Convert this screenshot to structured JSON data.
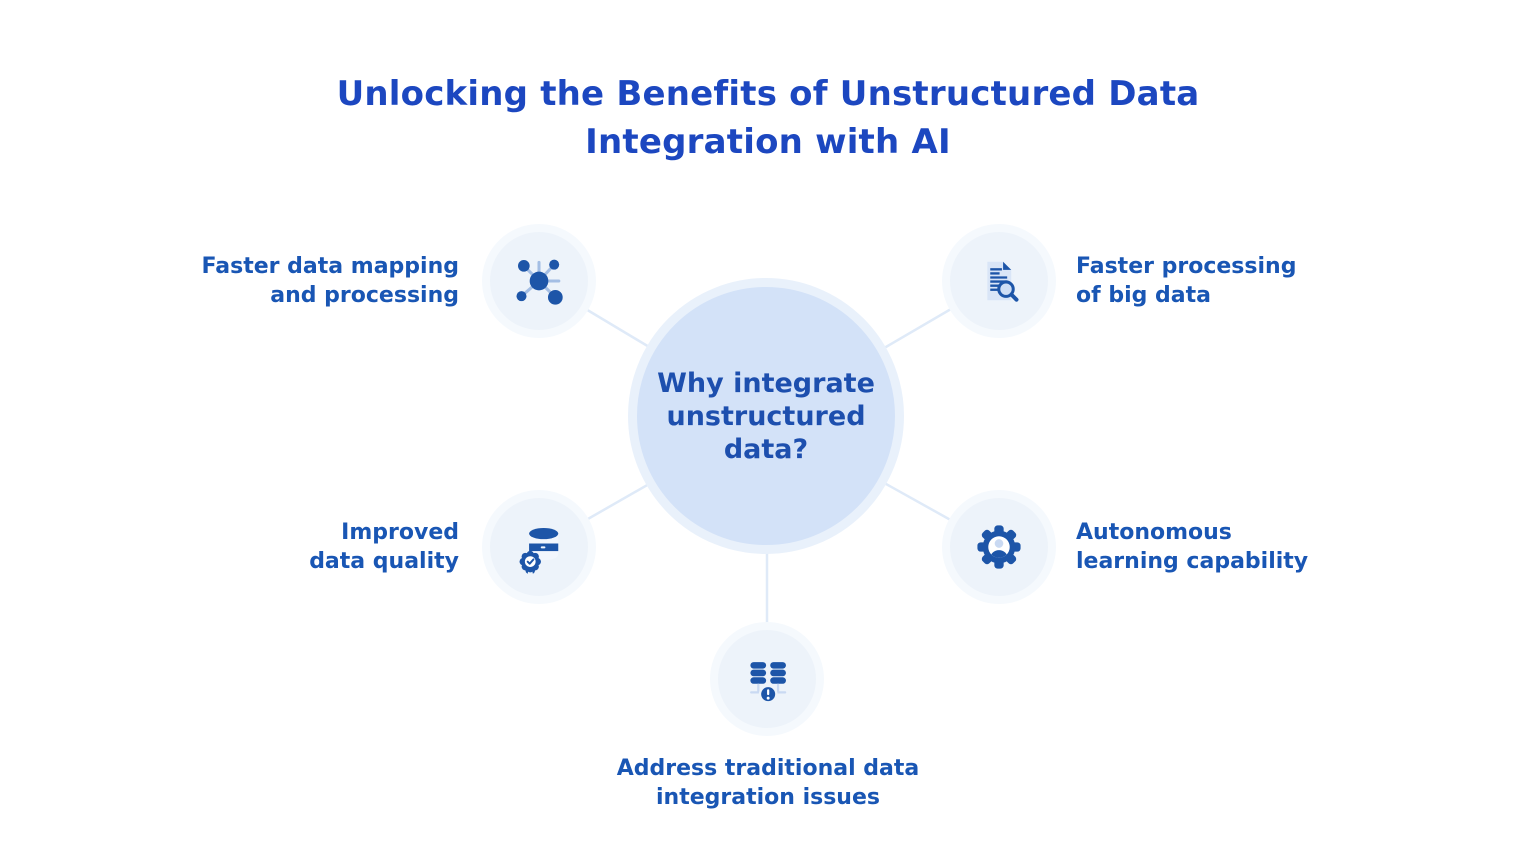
{
  "title": "Unlocking the Benefits of Unstructured Data\nIntegration with AI",
  "center_node": {
    "label": "Why integrate\nunstructured\ndata?"
  },
  "nodes": [
    {
      "id": "faster-data-mapping",
      "position": "top-left",
      "icon": "network-hub-icon",
      "label": "Faster data mapping\nand processing"
    },
    {
      "id": "faster-processing-big-data",
      "position": "top-right",
      "icon": "document-search-icon",
      "label": "Faster processing\nof big data"
    },
    {
      "id": "improved-data-quality",
      "position": "bottom-left",
      "icon": "database-quality-badge-icon",
      "label": "Improved\ndata quality"
    },
    {
      "id": "autonomous-learning",
      "position": "bottom-right",
      "icon": "gear-user-icon",
      "label": "Autonomous\nlearning capability"
    },
    {
      "id": "traditional-integration-issues",
      "position": "bottom-center",
      "icon": "database-alert-icon",
      "label": "Address traditional data\nintegration issues"
    }
  ],
  "colors": {
    "background": "#ffffff",
    "title_text": "#1c47c0",
    "label_text": "#1956b4",
    "center_text": "#1d4fae",
    "center_fill": "#d3e2f8",
    "center_ring": "#e9f1fb",
    "node_fill": "#edf3fa",
    "node_ring": "#f5f9fd",
    "icon_dark": "#1d55a8",
    "icon_light": "#c9d9f2",
    "connector_line": "#dfeaf8"
  }
}
